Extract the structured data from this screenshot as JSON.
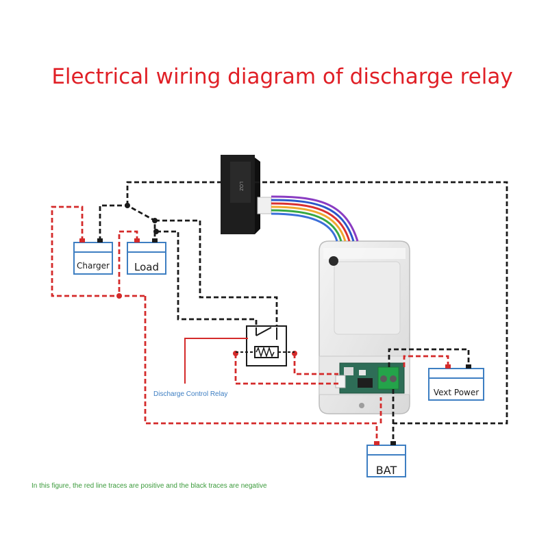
{
  "title": "Electrical wiring diagram of discharge relay",
  "components": {
    "charger": "Charger",
    "load": "Load",
    "vext_power": "Vext Power",
    "bat": "BAT",
    "relay_label": "Discharge Control Relay"
  },
  "footnote": "In this figure, the red line traces are positive and the black traces are negative",
  "colors": {
    "title": "#e01f26",
    "positive_trace": "#d42a2a",
    "negative_trace": "#1a1a1a",
    "box_stroke": "#3d7ec2",
    "box_fill": "#ffffff",
    "relay_label": "#3d7ec2",
    "footnote": "#3a9a3a"
  }
}
